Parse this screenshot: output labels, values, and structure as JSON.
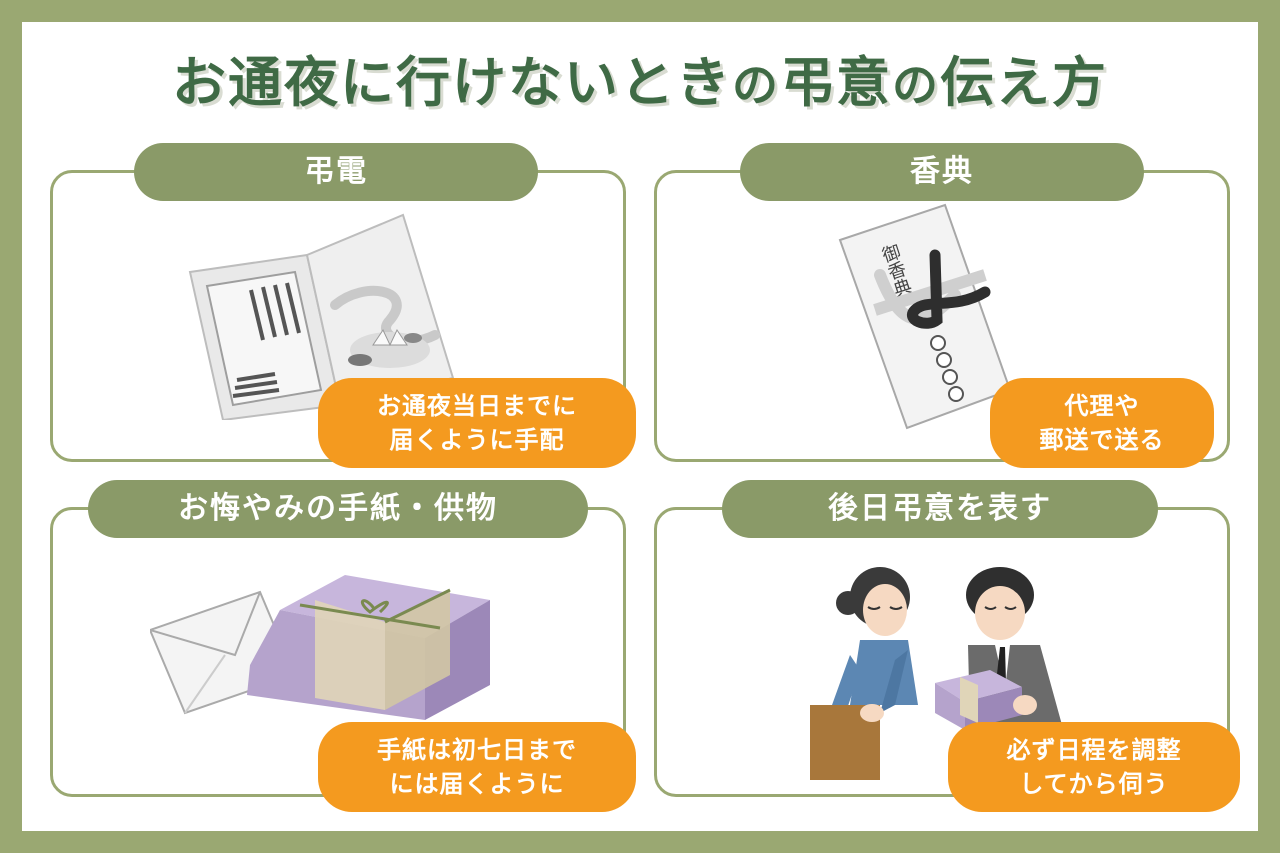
{
  "title": {
    "part1": "お通夜に行けないとき",
    "part2": "の",
    "part3": "弔意",
    "part4": "の",
    "part5": "伝え方"
  },
  "panels": [
    {
      "heading": "弔電",
      "badge": "お通夜当日までに\n届くように手配",
      "icon": "telegram-card-icon"
    },
    {
      "heading": "香典",
      "badge": "代理や\n郵送で送る",
      "icon": "condolence-envelope-icon",
      "envelope_text": "御香典"
    },
    {
      "heading": "お悔やみの手紙・供物",
      "badge": "手紙は初七日まで\nには届くように",
      "icon": "letter-and-gift-icon"
    },
    {
      "heading": "後日弔意を表す",
      "badge": "必ず日程を調整\nしてから伺う",
      "icon": "visiting-people-icon"
    }
  ],
  "colors": {
    "background": "#9aa872",
    "title": "#3f6a45",
    "pill": "#8a9a68",
    "badge": "#f49a1f",
    "gift_box": "#b5a3cc"
  }
}
